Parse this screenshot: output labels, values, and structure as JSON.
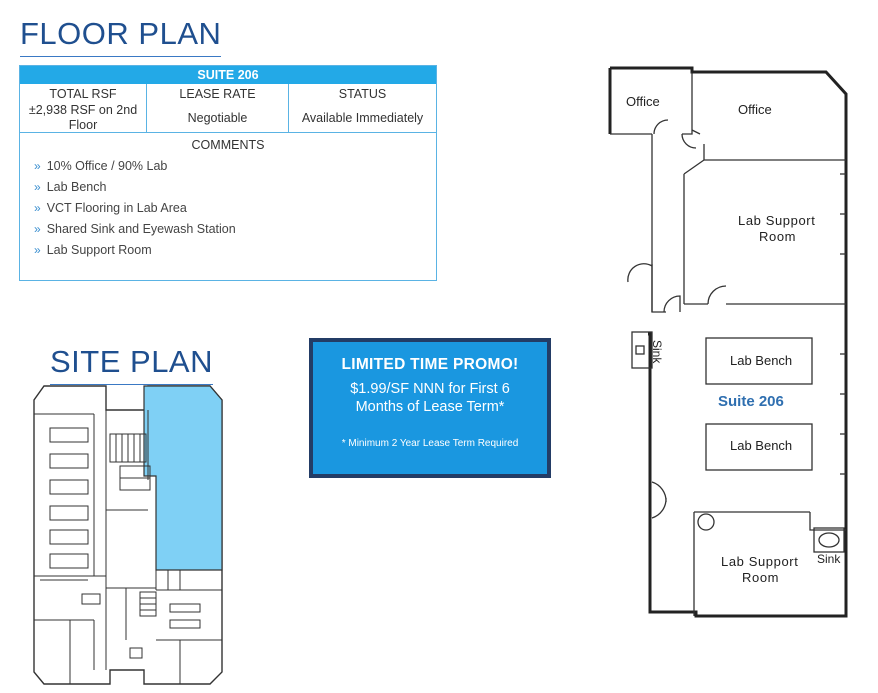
{
  "floor_plan_heading": "FLOOR PLAN",
  "site_plan_heading": "SITE PLAN",
  "suite": {
    "title": "SUITE 206",
    "columns": [
      {
        "header": "TOTAL RSF",
        "value": "±2,938 RSF on 2nd Floor"
      },
      {
        "header": "LEASE RATE",
        "value": "Negotiable"
      },
      {
        "header": "STATUS",
        "value": "Available Immediately"
      }
    ],
    "comments_title": "COMMENTS",
    "bullet": "»",
    "comments": [
      "10% Office / 90% Lab",
      "Lab Bench",
      "VCT Flooring in Lab Area",
      "Shared Sink and Eyewash Station",
      "Lab Support Room"
    ]
  },
  "promo": {
    "title": "LIMITED TIME PROMO!",
    "text": "$1.99/SF NNN for First 6 Months of Lease Term*",
    "note": "* Minimum 2 Year Lease Term Required"
  },
  "floor_plan_labels": {
    "office_1": "Office",
    "office_2": "Office",
    "lab_support_top_1": "Lab Support",
    "lab_support_top_2": "Room",
    "sink_left": "Sink",
    "lab_bench_1": "Lab Bench",
    "suite_name": "Suite 206",
    "lab_bench_2": "Lab Bench",
    "sink_right": "Sink",
    "lab_support_bottom_1": "Lab Support",
    "lab_support_bottom_2": "Room"
  },
  "colors": {
    "heading": "#1f4f8f",
    "accent_blue": "#23a9e7",
    "promo_bg": "#1a97e0",
    "promo_border": "#233c66",
    "suite_text": "#2f6fb0",
    "site_highlight": "#7fd0f5"
  }
}
